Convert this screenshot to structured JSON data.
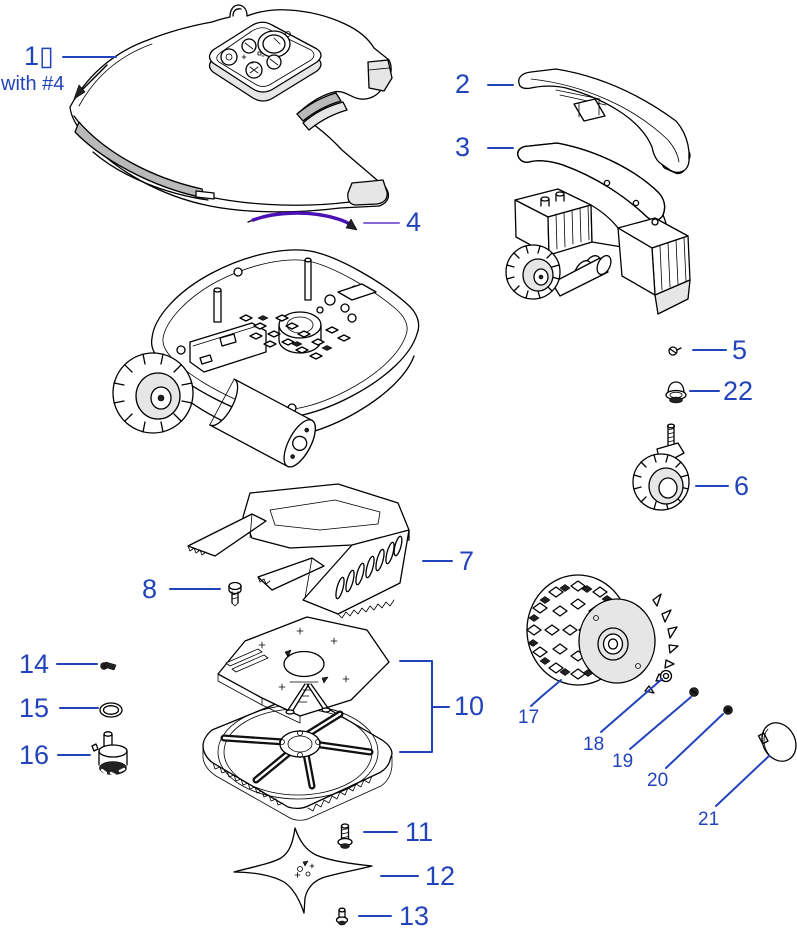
{
  "colors": {
    "label": "#2244bb",
    "line": "#000000",
    "shade": "#e6e6e6",
    "cable": "#4a10b4",
    "cable_leader": "#8468d8"
  },
  "labels": {
    "l1": "1▯",
    "l1_note": "with #4",
    "l2": "2",
    "l3": "3",
    "l4": "4",
    "l5": "5",
    "l6": "6",
    "l7": "7",
    "l8": "8",
    "l10": "10",
    "l11": "11",
    "l12": "12",
    "l13": "13",
    "l14": "14",
    "l15": "15",
    "l16": "16",
    "l17": "17",
    "l18": "18",
    "l19": "19",
    "l20": "20",
    "l21": "21",
    "l22": "22"
  }
}
